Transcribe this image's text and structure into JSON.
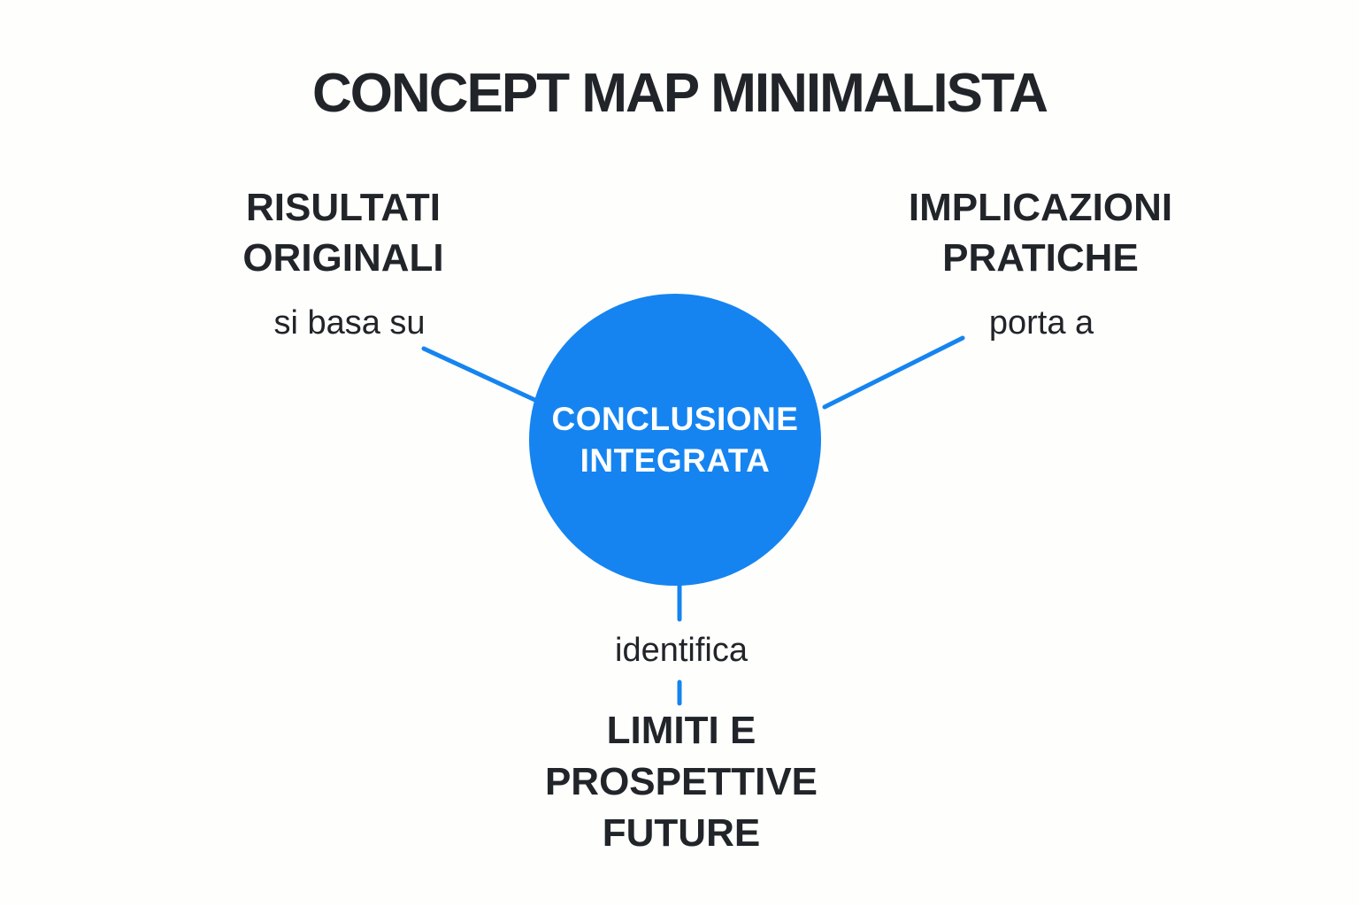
{
  "title": "CONCEPT MAP MINIMALISTA",
  "colors": {
    "accent_blue": "#1584f0",
    "text_dark": "#212529",
    "background": "#fefefd",
    "center_text": "#ffffff"
  },
  "center_node": {
    "lines": [
      "CONCLUSIONE",
      "INTEGRATA"
    ]
  },
  "nodes": {
    "risultati": {
      "lines": [
        "RISULTATI",
        "ORIGINALI"
      ],
      "edge_label": "si basa su"
    },
    "implicazioni": {
      "lines": [
        "IMPLICAZIONI",
        "PRATICHE"
      ],
      "edge_label": "porta a"
    },
    "limiti": {
      "lines": [
        "LIMITI E",
        "PROSPETTIVE",
        "FUTURE"
      ],
      "edge_label": "identifica"
    }
  }
}
